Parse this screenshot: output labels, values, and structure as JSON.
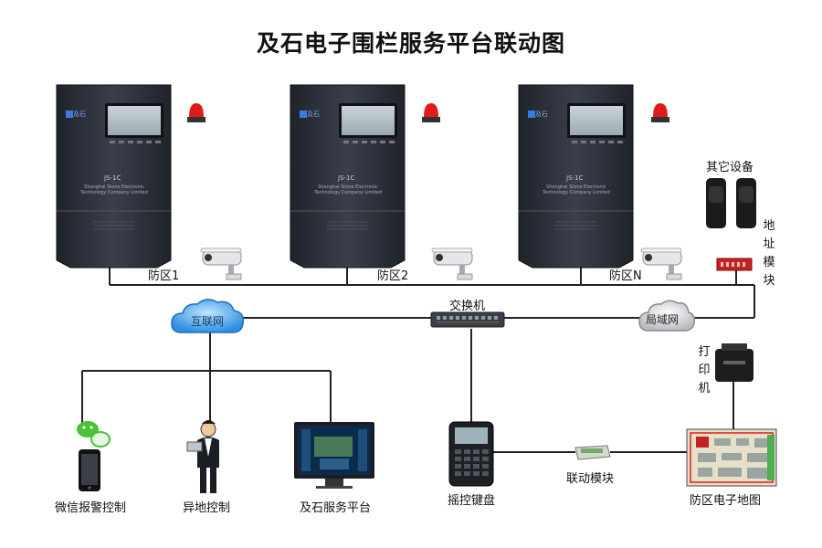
{
  "title": "及石电子围栏服务平台联动图",
  "zones": [
    {
      "label": "防区1",
      "model": "JS-1C",
      "company": "Shanghai Stone Electronic Technology Company Limited",
      "brand": "及石"
    },
    {
      "label": "防区2",
      "model": "JS-1C",
      "company": "Shanghai Stone Electronic Technology Company Limited",
      "brand": "及石"
    },
    {
      "label": "防区N",
      "model": "JS-1C",
      "company": "Shanghai Stone Electronic Technology Company Limited",
      "brand": "及石"
    }
  ],
  "other_devices": "其它设备",
  "address_module": [
    "地",
    "址",
    "模",
    "块"
  ],
  "switch": "交换机",
  "internet": "互联网",
  "lan": "局域网",
  "printer": [
    "打",
    "印",
    "机"
  ],
  "endpoints": {
    "wechat": "微信报警控制",
    "remote": "异地控制",
    "platform": "及石服务平台",
    "joystick": "摇控键盘",
    "linkage": "联动模块",
    "map": "防区电子地图"
  },
  "colors": {
    "line": "#222222",
    "device_body": "#2b2f38",
    "cloud": "#2f8fe0",
    "alarm": "#e01b1b"
  }
}
